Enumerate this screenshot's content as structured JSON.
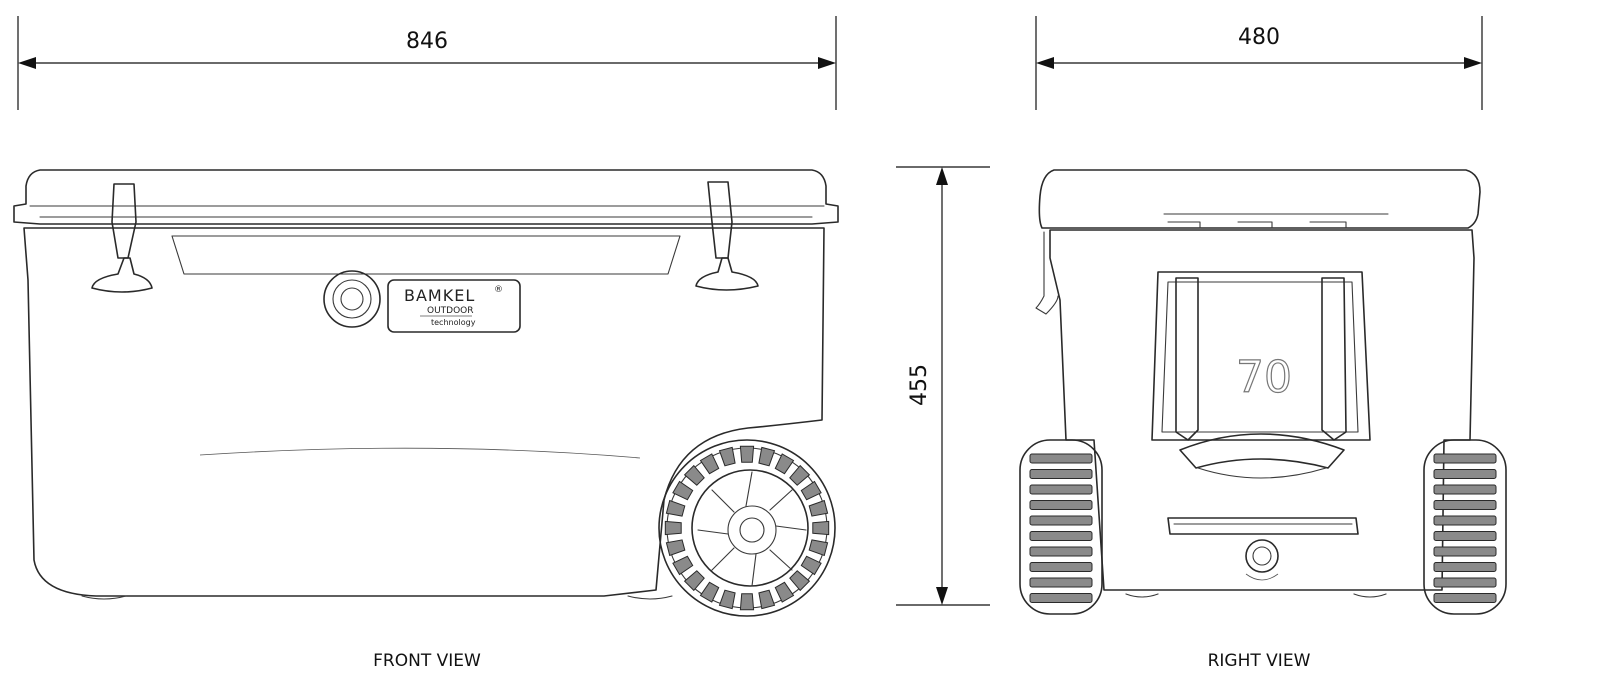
{
  "dimensions": {
    "front_width": "846",
    "side_width": "480",
    "height": "455"
  },
  "views": {
    "front_label": "FRONT VIEW",
    "right_label": "RIGHT VIEW"
  },
  "badge": {
    "brand": "BAMKEL",
    "registered_mark": "®",
    "line2": "OUTDOOR",
    "line3": "technology"
  },
  "capacity_emboss": "70"
}
